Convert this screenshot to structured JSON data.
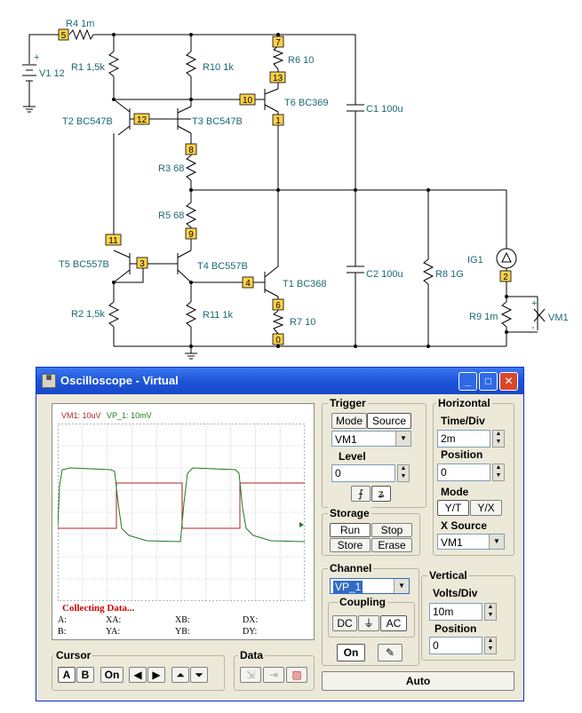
{
  "schematic": {
    "components": [
      {
        "id": "R4",
        "label": "R4 1m"
      },
      {
        "id": "V1",
        "label": "V1 12"
      },
      {
        "id": "R1",
        "label": "R1 1,5k"
      },
      {
        "id": "R10",
        "label": "R10 1k"
      },
      {
        "id": "R6",
        "label": "R6 10"
      },
      {
        "id": "T2",
        "label": "T2 BC547B"
      },
      {
        "id": "T3",
        "label": "T3 BC547B"
      },
      {
        "id": "T6",
        "label": "T6 BC369"
      },
      {
        "id": "C1",
        "label": "C1 100u"
      },
      {
        "id": "R3",
        "label": "R3 68"
      },
      {
        "id": "R5",
        "label": "R5 68"
      },
      {
        "id": "T5",
        "label": "T5 BC557B"
      },
      {
        "id": "T4",
        "label": "T4 BC557B"
      },
      {
        "id": "T1",
        "label": "T1 BC368"
      },
      {
        "id": "C2",
        "label": "C2 100u"
      },
      {
        "id": "R8",
        "label": "R8 1G"
      },
      {
        "id": "IG1",
        "label": "IG1"
      },
      {
        "id": "R2",
        "label": "R2 1,5k"
      },
      {
        "id": "R11",
        "label": "R11 1k"
      },
      {
        "id": "R7",
        "label": "R7 10"
      },
      {
        "id": "R9",
        "label": "R9 1m"
      },
      {
        "id": "VM1",
        "label": "VM1"
      }
    ],
    "nodes": [
      "5",
      "7",
      "13",
      "12",
      "10",
      "1",
      "8",
      "9",
      "11",
      "3",
      "4",
      "6",
      "0",
      "2"
    ],
    "polarity": {
      "plus": "+",
      "minus": "-"
    }
  },
  "window": {
    "title": "Oscilloscope - Virtual",
    "buttons": {
      "minimize": "_",
      "maximize": "□",
      "close": "✕"
    }
  },
  "screen": {
    "legend": {
      "ch1": "VM1: 10uV",
      "ch2": "VP_1: 10mV"
    },
    "status": "Collecting Data...",
    "cursor_labels": {
      "row1": [
        "A:",
        "XA:",
        "XB:",
        "DX:"
      ],
      "row2": [
        "B:",
        "YA:",
        "YB:",
        "DY:"
      ]
    }
  },
  "trigger": {
    "title": "Trigger",
    "mode_label": "Mode",
    "source_label": "Source",
    "source_value": "VM1",
    "level_label": "Level",
    "level_value": "0",
    "rising_icon": "trigger-rising-icon",
    "falling_icon": "trigger-falling-icon"
  },
  "horizontal": {
    "title": "Horizontal",
    "time_div_label": "Time/Div",
    "time_div_value": "2m",
    "position_label": "Position",
    "position_value": "0",
    "mode_label": "Mode",
    "mode_yt": "Y/T",
    "mode_yx": "Y/X",
    "xsource_label": "X Source",
    "xsource_value": "VM1"
  },
  "storage": {
    "title": "Storage",
    "run": "Run",
    "stop": "Stop",
    "store": "Store",
    "erase": "Erase"
  },
  "channel": {
    "title": "Channel",
    "value": "VP_1",
    "coupling_title": "Coupling",
    "dc": "DC",
    "gnd": "⏚",
    "ac": "AC",
    "on": "On"
  },
  "vertical": {
    "title": "Vertical",
    "volts_div_label": "Volts/Div",
    "volts_div_value": "10m",
    "position_label": "Position",
    "position_value": "0"
  },
  "cursor": {
    "title": "Cursor",
    "a": "A",
    "b": "B",
    "on": "On"
  },
  "data_group": {
    "title": "Data"
  },
  "auto_button": "Auto",
  "colors": {
    "ch1": "#b22222",
    "ch2": "#1e7a1e",
    "accent": "#1e55d8",
    "node": "#ffd24a",
    "label": "#1a6a72"
  }
}
